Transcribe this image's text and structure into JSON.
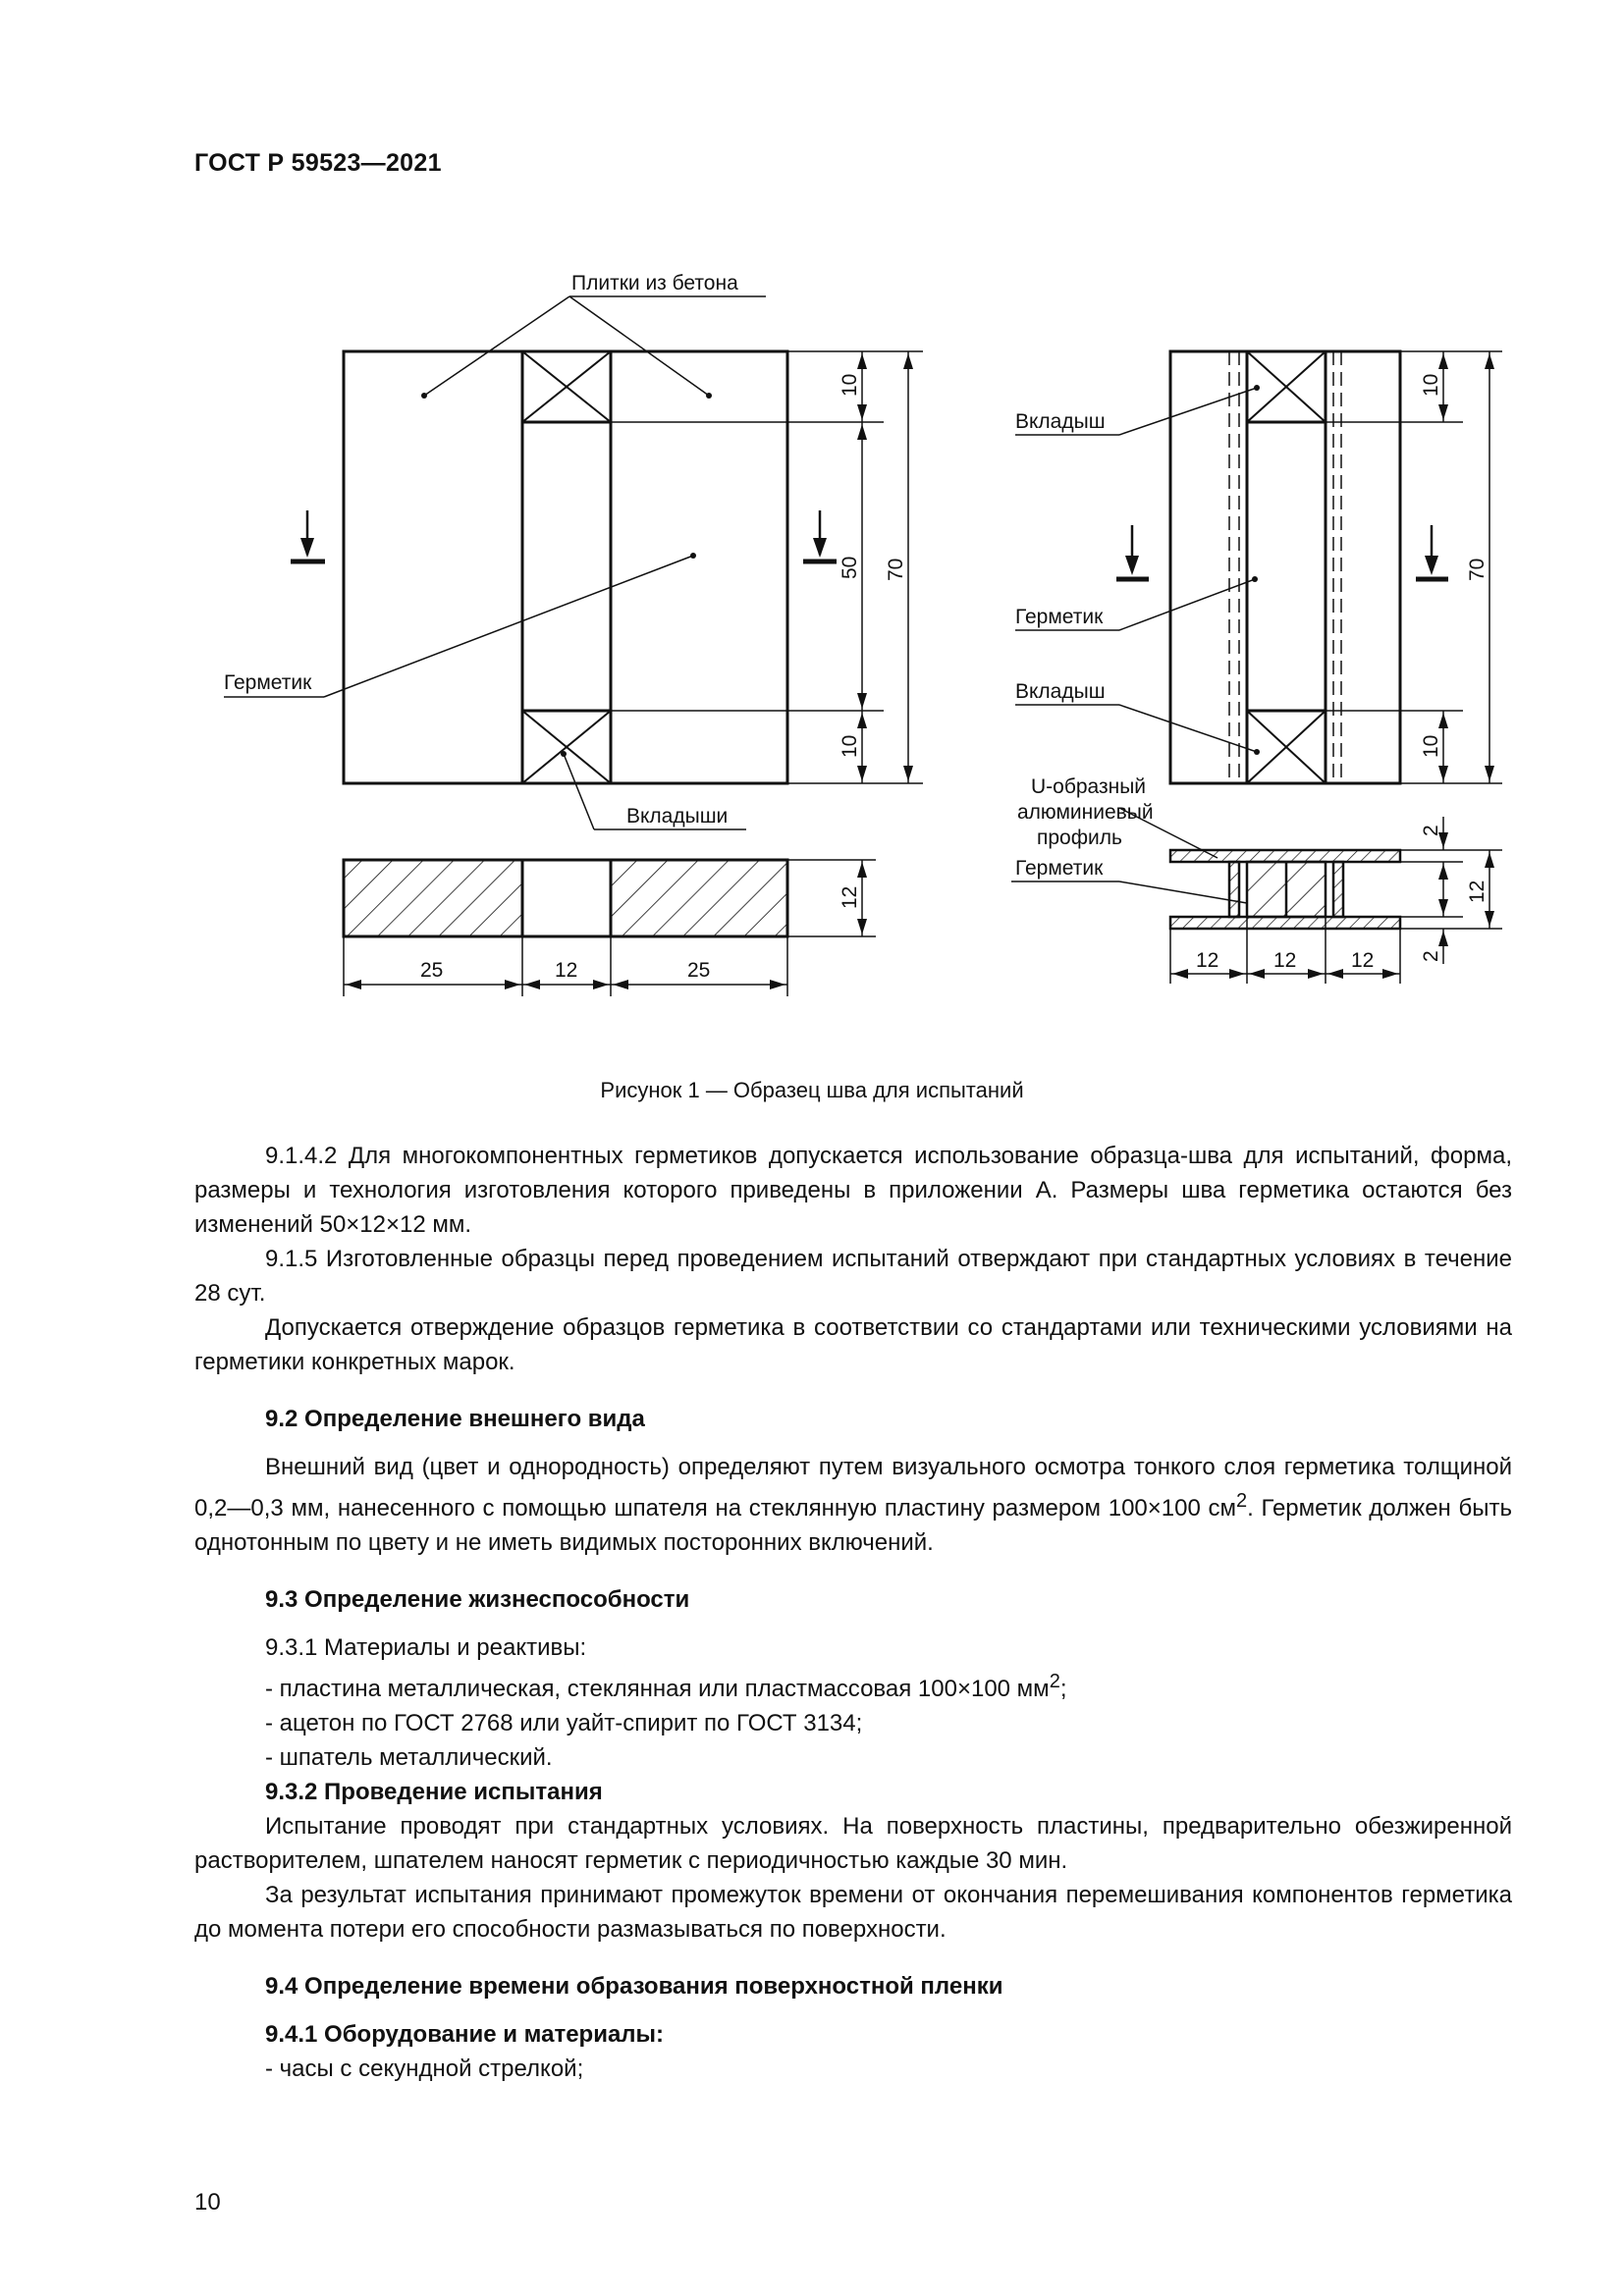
{
  "header": {
    "doc_code": "ГОСТ Р 59523—2021"
  },
  "figure": {
    "caption": "Рисунок 1 — Образец шва для испытаний",
    "labels": {
      "tiles": "Плитки из бетона",
      "sealant": "Герметик",
      "inserts": "Вкладыши",
      "insert": "Вкладыш",
      "u_profile_1": "U-образный",
      "u_profile_2": "алюминиевый",
      "u_profile_3": "профиль"
    },
    "dims": {
      "d10": "10",
      "d50": "50",
      "d70": "70",
      "d12": "12",
      "d25": "25",
      "d2": "2"
    }
  },
  "body": {
    "p1": "9.1.4.2 Для многокомпонентных герметиков допускается использование образца-шва для испытаний, форма, размеры и технология изготовления которого приведены в приложении А. Размеры шва герметика остаются без изменений 50×12×12 мм.",
    "p2": "9.1.5 Изготовленные образцы перед проведением испытаний отверждают при стандартных условиях в течение 28 сут.",
    "p3": "Допускается отверждение образцов герметика в соответствии со стандартами или техническими условиями на герметики конкретных марок.",
    "h92": "9.2 Определение внешнего вида",
    "p4_a": "Внешний вид (цвет и однородность) определяют путем визуального осмотра тонкого слоя герметика толщиной 0,2—0,3 мм, нанесенного с помощью шпателя на стеклянную пластину размером 100×100 см",
    "p4_sup": "2",
    "p4_b": ". Герметик должен быть однотонным по цвету и не иметь видимых посторонних включений.",
    "h93": "9.3 Определение жизнеспособности",
    "p5": "9.3.1 Материалы и реактивы:",
    "li1_a": "- пластина металлическая, стеклянная или пластмассовая 100×100 мм",
    "li1_sup": "2",
    "li1_b": ";",
    "li2": "- ацетон по ГОСТ 2768 или уайт-спирит по ГОСТ 3134;",
    "li3": "- шпатель металлический.",
    "h932": "9.3.2 Проведение испытания",
    "p6": "Испытание проводят при стандартных условиях. На поверхность пластины, предварительно обезжиренной растворителем, шпателем наносят герметик с периодичностью каждые 30 мин.",
    "p7": "За результат испытания принимают промежуток времени от окончания перемешивания компонентов герметика до момента потери его способности размазываться по поверхности.",
    "h94": "9.4 Определение времени образования поверхностной пленки",
    "h941": "9.4.1 Оборудование и материалы:",
    "li4": "- часы с секундной стрелкой;"
  },
  "footer": {
    "page_number": "10"
  }
}
